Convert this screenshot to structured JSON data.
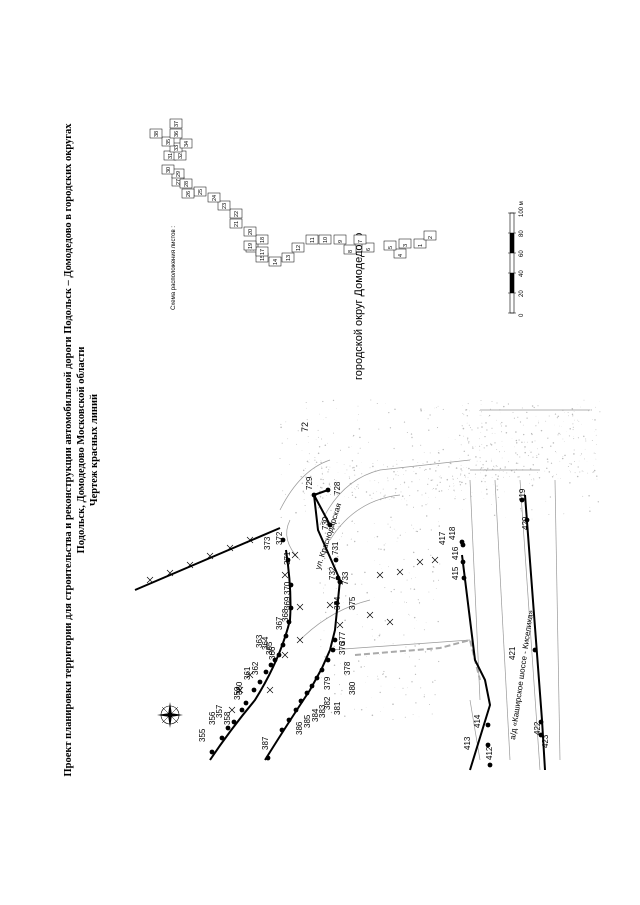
{
  "page_number": "72",
  "title": {
    "line1": "Проект планировки территории для строительства и реконструкции автомобильной дороги Подольск – Домодедово в городских округах",
    "line2": "Подольск, Домодедово Московской области",
    "line3": "Чертеж красных линий"
  },
  "district_label": "городской округ Домодедово",
  "sheet_scheme": {
    "title": "Схема расположения листов :",
    "sheets": [
      "1",
      "2",
      "3",
      "4",
      "5",
      "6",
      "7",
      "8",
      "9",
      "10",
      "11",
      "12",
      "13",
      "14",
      "15",
      "16",
      "17",
      "18",
      "19",
      "20",
      "21",
      "22",
      "23",
      "24",
      "25",
      "26",
      "27",
      "28",
      "29",
      "30",
      "31",
      "32",
      "33",
      "34",
      "35",
      "36",
      "37",
      "38"
    ]
  },
  "scale_bar": {
    "ticks": [
      "0",
      "20",
      "40",
      "60",
      "80",
      "100 м"
    ]
  },
  "street_labels": {
    "krasnodarskaya": "ул. Краснодарская",
    "highway": "а/д «Каширское шоссе - Киселиха»"
  },
  "point_labels": [
    "355",
    "356",
    "357",
    "358",
    "359",
    "360",
    "361",
    "362",
    "363",
    "364",
    "365",
    "366",
    "367",
    "368",
    "369",
    "370",
    "371",
    "372",
    "373",
    "374",
    "375",
    "376",
    "377",
    "378",
    "379",
    "380",
    "381",
    "382",
    "383",
    "384",
    "385",
    "386",
    "387",
    "412",
    "413",
    "414",
    "415",
    "416",
    "417",
    "418",
    "419",
    "420",
    "421",
    "422",
    "423",
    "728",
    "729",
    "730",
    "731",
    "732",
    "733"
  ]
}
